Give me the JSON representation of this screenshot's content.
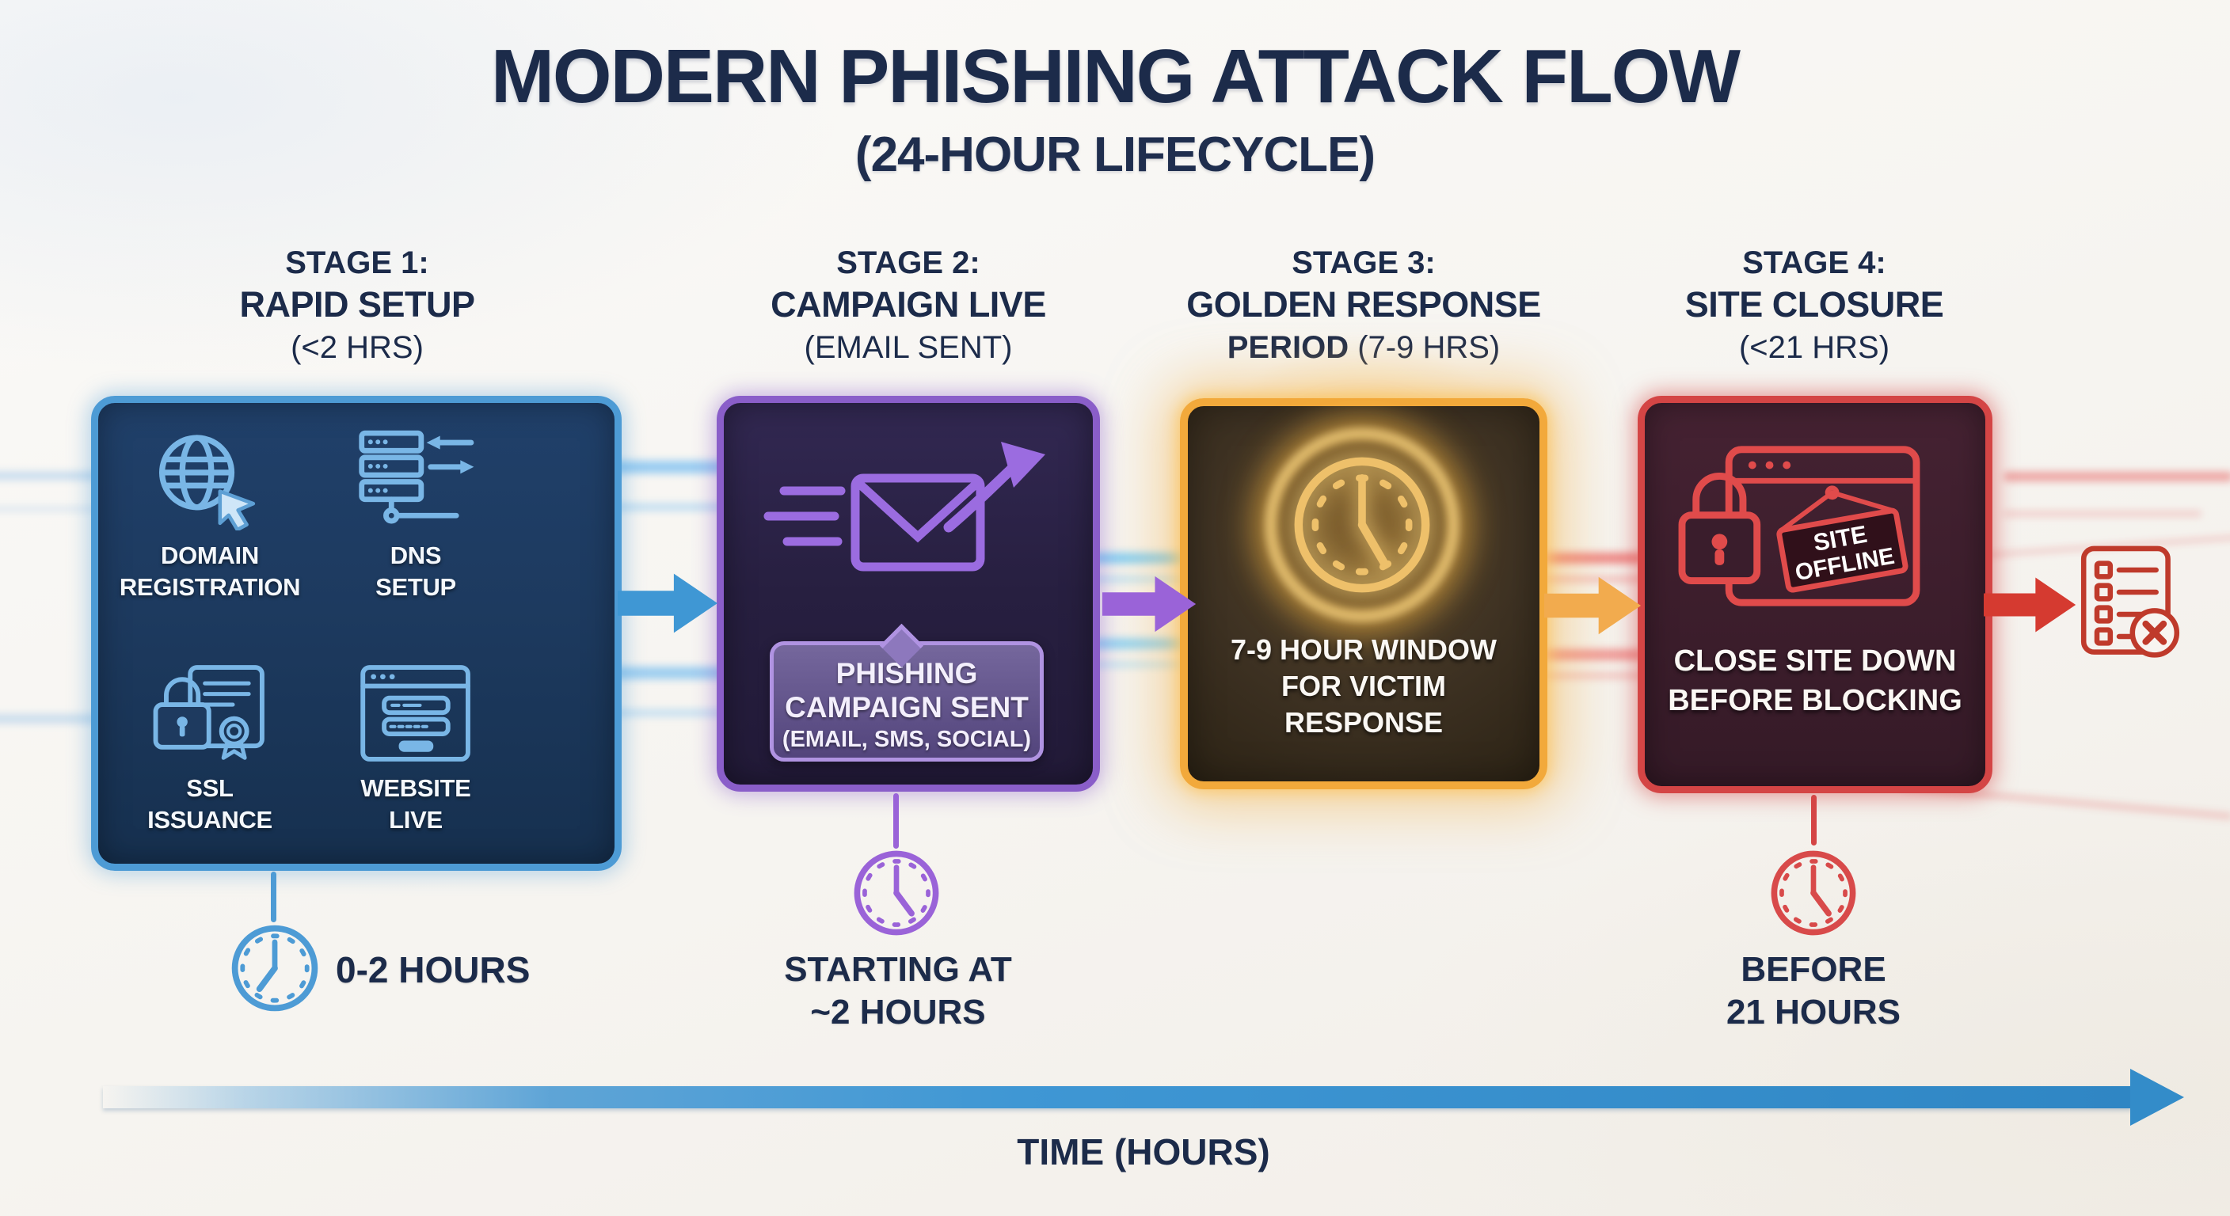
{
  "title": "MODERN PHISHING ATTACK FLOW",
  "subtitle": "(24-HOUR LIFECYCLE)",
  "colors": {
    "title_navy": "#1c2b4a",
    "background": "#f6f4f0",
    "stage1_fill": "#1d3a5f",
    "stage1_border": "#4d9bd5",
    "stage1_icon": "#79b6e6",
    "stage2_fill": "#271f40",
    "stage2_border": "#8a5ec9",
    "stage2_icon": "#9b6ce0",
    "stage3_fill": "#3d3122",
    "stage3_border": "#f2a93b",
    "stage3_icon": "#eec06a",
    "stage4_fill": "#3a1d2c",
    "stage4_border": "#d44545",
    "stage4_icon": "#e04b4b",
    "arrow_blue": "#3f97d4",
    "arrow_purple": "#9a63d8",
    "arrow_orange": "#f2ab4e",
    "arrow_red": "#d53a30",
    "timeline_blue": "#3f97d4"
  },
  "stages": [
    {
      "id": "stage-1",
      "header": {
        "line1": "STAGE 1:",
        "line2": "RAPID SETUP",
        "line3_bold": "",
        "line3": "(<2 HRS)"
      },
      "items": [
        {
          "icon": "globe-cursor-icon",
          "label1": "DOMAIN",
          "label2": "REGISTRATION"
        },
        {
          "icon": "dns-server-icon",
          "label1": "DNS",
          "label2": "SETUP"
        },
        {
          "icon": "ssl-certificate-icon",
          "label1": "SSL",
          "label2": "ISSUANCE"
        },
        {
          "icon": "website-live-icon",
          "label1": "WEBSITE",
          "label2": "LIVE"
        }
      ],
      "time_icon": "clock-icon",
      "time_label": "0-2 HOURS"
    },
    {
      "id": "stage-2",
      "header": {
        "line1": "STAGE 2:",
        "line2": "CAMPAIGN LIVE",
        "line3_bold": "",
        "line3": "(EMAIL SENT)"
      },
      "icon": "email-send-icon",
      "callout": {
        "line1": "PHISHING",
        "line2": "CAMPAIGN SENT",
        "line3": "(EMAIL, SMS, SOCIAL)"
      },
      "time_icon": "clock-icon",
      "time_line1": "STARTING AT",
      "time_line2": "~2 HOURS"
    },
    {
      "id": "stage-3",
      "header": {
        "line1": "STAGE 3:",
        "line2": "GOLDEN RESPONSE",
        "line3_bold": "PERIOD ",
        "line3": "(7-9 HRS)"
      },
      "icon": "glowing-clock-icon",
      "caption_line1": "7-9 HOUR WINDOW",
      "caption_line2": "FOR VICTIM",
      "caption_line3": "RESPONSE"
    },
    {
      "id": "stage-4",
      "header": {
        "line1": "STAGE 4:",
        "line2": "SITE CLOSURE",
        "line3_bold": "",
        "line3": "(<21 HRS)"
      },
      "icon": "site-offline-icon",
      "sign_line1": "SITE",
      "sign_line2": "OFFLINE",
      "caption_line1": "CLOSE SITE DOWN",
      "caption_line2": "BEFORE BLOCKING",
      "time_icon": "clock-icon",
      "time_line1": "BEFORE",
      "time_line2": "21 HOURS"
    }
  ],
  "flow_arrows": [
    "arrow-stage1-to-2",
    "arrow-stage2-to-3",
    "arrow-stage3-to-4",
    "arrow-stage4-to-blocklist"
  ],
  "end_icon": "blocklist-x-icon",
  "timeline": {
    "axis_label": "TIME (HOURS)"
  }
}
